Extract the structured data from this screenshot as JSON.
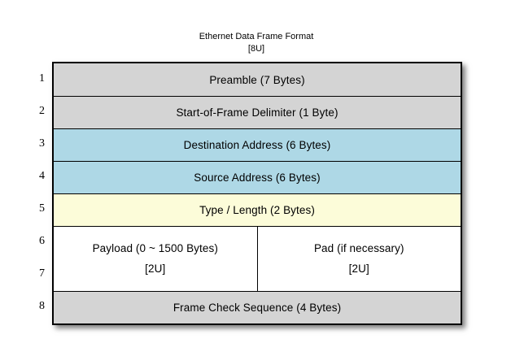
{
  "title": {
    "line1": "Ethernet Data Frame Format",
    "line2": "[8U]"
  },
  "row_numbers": [
    "1",
    "2",
    "3",
    "4",
    "5",
    "6",
    "7",
    "8"
  ],
  "colors": {
    "background": "#ffffff",
    "border": "#000000",
    "gray_row": "#d4d4d4",
    "blue_row": "#aed8e6",
    "yellow_row": "#fcfcd9",
    "white_row": "#ffffff"
  },
  "rows": [
    {
      "label": "Preamble (7 Bytes)",
      "bg": "#d4d4d4"
    },
    {
      "label": "Start-of-Frame Delimiter (1 Byte)",
      "bg": "#d4d4d4"
    },
    {
      "label": "Destination Address (6 Bytes)",
      "bg": "#aed8e6"
    },
    {
      "label": "Source Address (6 Bytes)",
      "bg": "#aed8e6"
    },
    {
      "label": "Type / Length (2 Bytes)",
      "bg": "#fcfcd9"
    },
    {
      "bg": "#ffffff",
      "left_cell": {
        "line1": "Payload (0 ~ 1500 Bytes)",
        "line2": "[2U]"
      },
      "right_cell": {
        "line1": "Pad (if necessary)",
        "line2": "[2U]"
      }
    },
    {
      "label": "Frame Check Sequence (4 Bytes)",
      "bg": "#d4d4d4"
    }
  ]
}
